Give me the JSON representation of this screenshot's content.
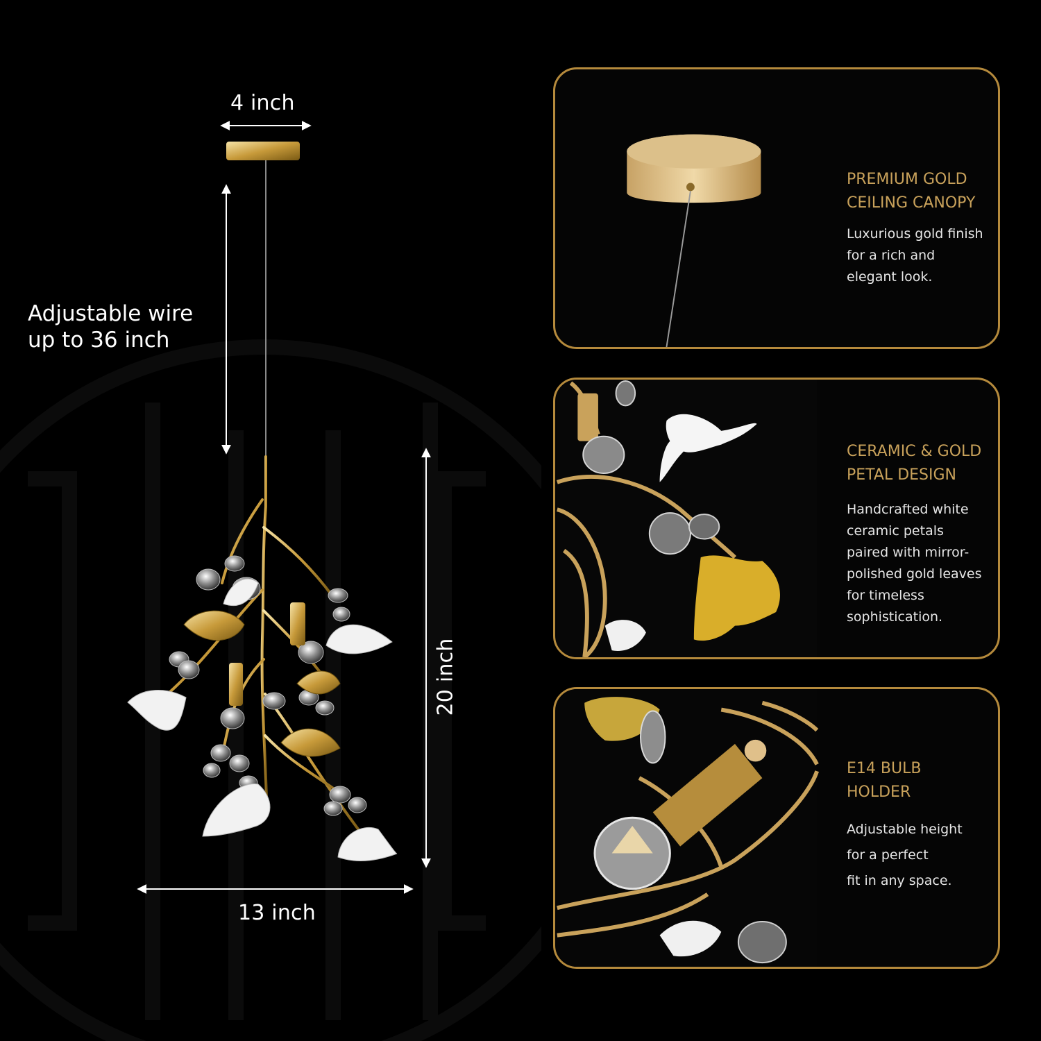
{
  "dimensions": {
    "width_top": "4 inch",
    "wire": {
      "line1": "Adjustable wire",
      "line2": "up to 36 inch"
    },
    "height": "20 inch",
    "width_bottom": "13 inch"
  },
  "features": [
    {
      "title_line1": "PREMIUM GOLD",
      "title_line2": "CEILING CANOPY",
      "desc": [
        "Luxurious gold finish",
        "for a rich and",
        "elegant look."
      ]
    },
    {
      "title_line1": "CERAMIC & GOLD",
      "title_line2": "PETAL DESIGN",
      "desc": [
        "Handcrafted white",
        "ceramic petals",
        "paired with mirror-",
        "polished gold leaves",
        "for timeless",
        "sophistication."
      ]
    },
    {
      "title_line1": "E14 BULB",
      "title_line2": "HOLDER",
      "desc": [
        "Adjustable height",
        "for a perfect",
        "fit in any space."
      ]
    }
  ],
  "colors": {
    "accent_gold": "#b58a3c",
    "title_gold": "#c9a25b",
    "background": "#000000"
  }
}
